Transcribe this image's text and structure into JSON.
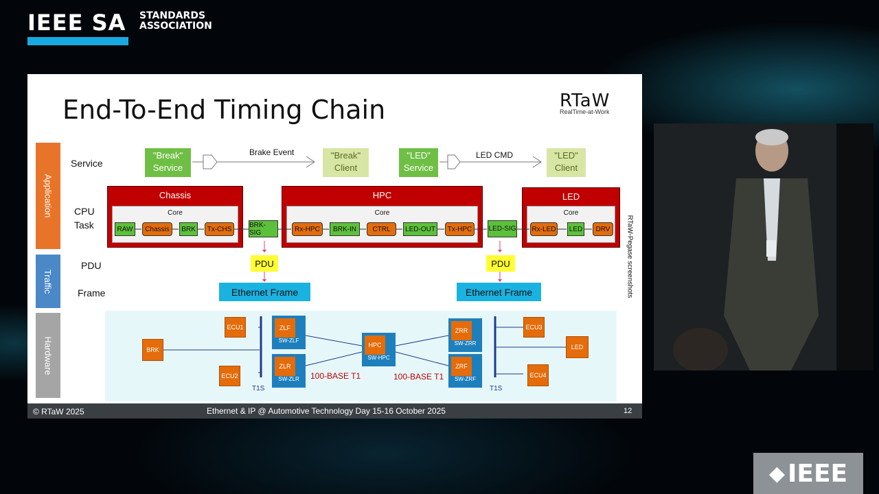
{
  "header": {
    "logo_main": "IEEE SA",
    "logo_sub_1": "STANDARDS",
    "logo_sub_2": "ASSOCIATION"
  },
  "slide": {
    "title": "End-To-End Timing Chain",
    "brand": "RTaW",
    "brand_sub": "RealTime-at-Work",
    "side_note": "RTaW-Pegase screenshots",
    "layers": {
      "application": "Application",
      "traffic": "Traffic",
      "hardware": "Hardware"
    },
    "row_labels": {
      "service": "Service",
      "cpu_task_1": "CPU",
      "cpu_task_2": "Task",
      "pdu": "PDU",
      "frame": "Frame"
    },
    "services": {
      "break_service": [
        "\"Break\"",
        "Service"
      ],
      "break_client": [
        "\"Break\"",
        "Client"
      ],
      "brake_event": "Brake Event",
      "led_service": [
        "\"LED\"",
        "Service"
      ],
      "led_client": [
        "\"LED\"",
        "Client"
      ],
      "led_cmd": "LED CMD"
    },
    "ecus": {
      "chassis": {
        "name": "Chassis",
        "core": "Core",
        "tasks": [
          "RAW",
          "Chassis",
          "BRK",
          "Tx-CHS"
        ]
      },
      "hpc": {
        "name": "HPC",
        "core": "Core",
        "tasks": [
          "Rx-HPC",
          "BRK-IN",
          "CTRL",
          "LED-OUT",
          "Tx-HPC"
        ]
      },
      "led": {
        "name": "LED",
        "core": "Core",
        "tasks": [
          "Rx-LED",
          "LED",
          "DRV"
        ]
      }
    },
    "signals": {
      "brk_sig": "BRK-SIG",
      "led_sig": "LED-SIG"
    },
    "pdu_label": "PDU",
    "frame_label": "Ethernet Frame",
    "hardware": {
      "nodes": {
        "ecu1": "ECU1",
        "ecu2": "ECU2",
        "brk": "BRK",
        "ecu3": "ECU3",
        "ecu4": "ECU4",
        "led": "LED"
      },
      "switches": {
        "zlf": {
          "name": "ZLF",
          "label": "SW-ZLF"
        },
        "zlr": {
          "name": "ZLR",
          "label": "SW-ZLR"
        },
        "hpc": {
          "name": "HPC",
          "label": "SW-HPC"
        },
        "zrr": {
          "name": "ZRR",
          "label": "SW-ZRR"
        },
        "zrf": {
          "name": "ZRF",
          "label": "SW-ZRF"
        }
      },
      "bus_100base_left": "100-BASE T1",
      "bus_100base_right": "100-BASE T1",
      "t1s_left": "T1S",
      "t1s_right": "T1S"
    }
  },
  "footer": {
    "copyright": "© RTaW 2025",
    "event": "Ethernet & IP @ Automotive Technology Day 15-16 October 2025",
    "page_number": "12"
  },
  "bottom_logo": "IEEE",
  "colors": {
    "accent_blue": "#19a9e1",
    "ecu_red": "#c00000",
    "task_green": "#5cc13a",
    "task_orange": "#e46c0a",
    "pdu_yellow": "#ffff33",
    "frame_blue": "#1ab2e0"
  }
}
